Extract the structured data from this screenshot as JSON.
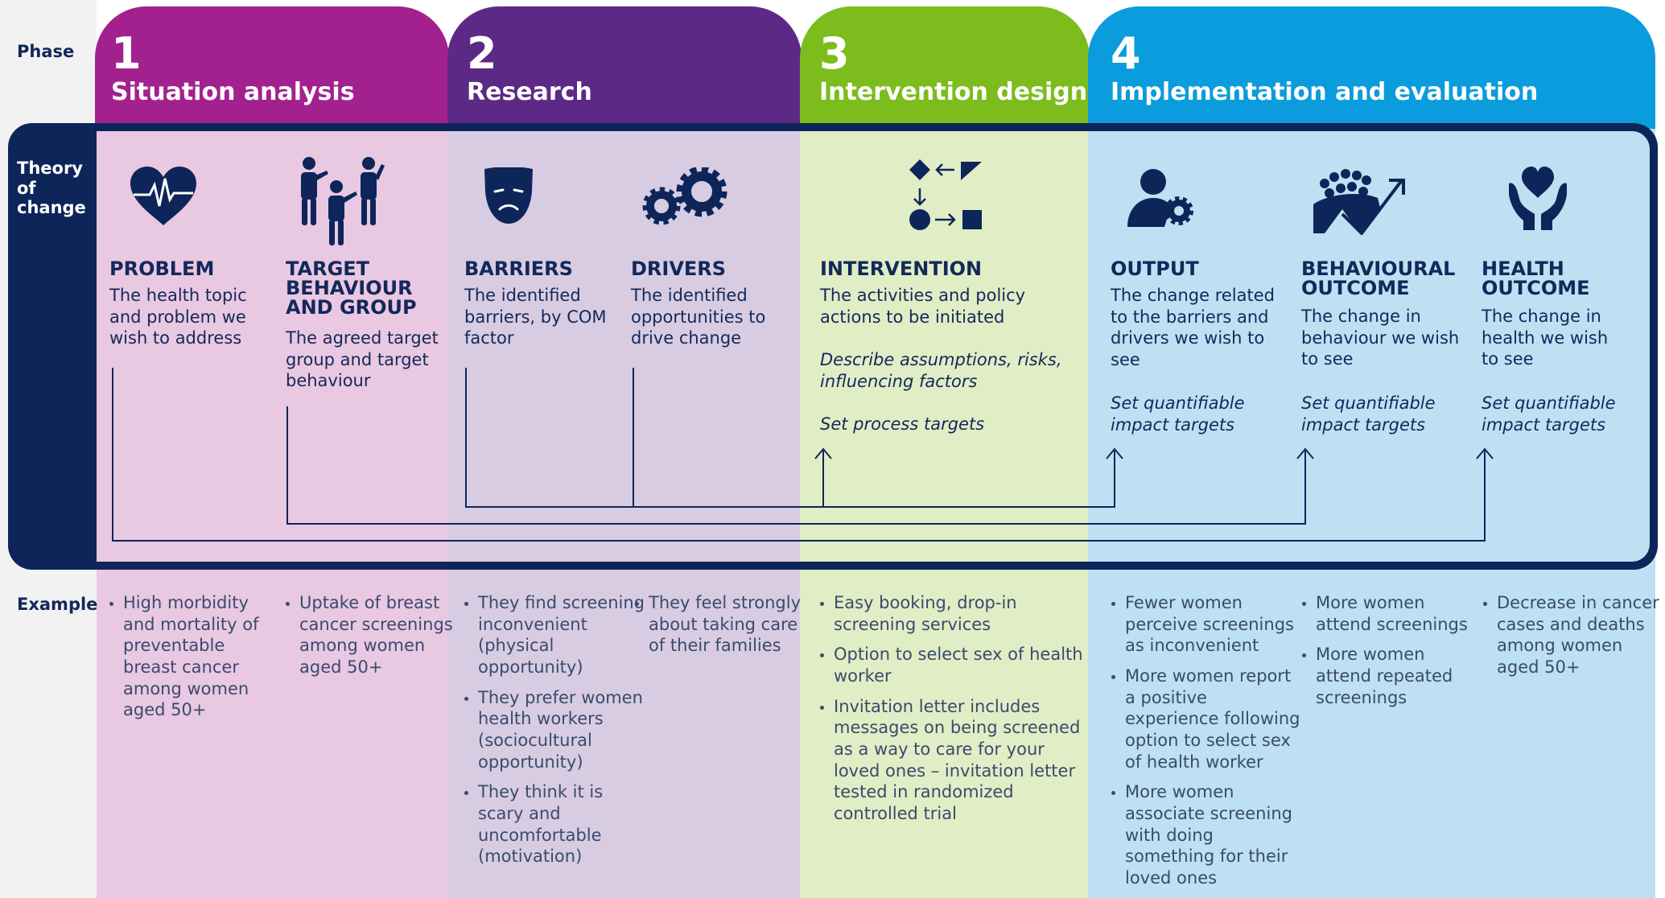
{
  "row_labels": {
    "phase": "Phase",
    "theory": "Theory of change",
    "example": "Example"
  },
  "colors": {
    "navy": "#0e2559",
    "phase1": "#a3218e",
    "phase2": "#5c2a86",
    "phase3": "#7cbc1c",
    "phase4": "#0a9cdc",
    "bg1": "#e9c8e1",
    "bg2": "#d8cce2",
    "bg3": "#e1edc5",
    "bg4": "#bde0f3"
  },
  "phases": [
    {
      "num": "1",
      "title": "Situation analysis"
    },
    {
      "num": "2",
      "title": "Research"
    },
    {
      "num": "3",
      "title": "Intervention design"
    },
    {
      "num": "4",
      "title": "Implementation and evaluation"
    }
  ],
  "boxes": [
    {
      "icon": "heart-pulse-icon",
      "title": "PROBLEM",
      "desc": "The health topic and problem we wish to address"
    },
    {
      "icon": "people-group-icon",
      "title": "TARGET BEHAVIOUR AND GROUP",
      "desc": "The agreed target group and target behaviour"
    },
    {
      "icon": "sad-mask-icon",
      "title": "BARRIERS",
      "desc": "The identified barriers, by COM factor"
    },
    {
      "icon": "gears-icon",
      "title": "DRIVERS",
      "desc": "The identified opportunities to drive change"
    },
    {
      "icon": "process-flow-icon",
      "title": "INTERVENTION",
      "desc": "The activities and policy actions to be initiated",
      "notes": [
        "Describe assumptions, risks, influencing factors",
        "Set process targets"
      ]
    },
    {
      "icon": "person-gear-icon",
      "title": "OUTPUT",
      "desc": "The change related to the barriers and drivers we wish to see",
      "notes": [
        "Set quantifiable impact targets"
      ]
    },
    {
      "icon": "crowd-growth-icon",
      "title": "BEHAVIOURAL OUTCOME",
      "desc": "The change in behaviour we wish to see",
      "notes": [
        "Set quantifiable impact targets"
      ]
    },
    {
      "icon": "hands-heart-icon",
      "title": "HEALTH OUTCOME",
      "desc": "The change in health we wish to see",
      "notes": [
        "Set quantifiable impact targets"
      ]
    }
  ],
  "examples": [
    [
      "High morbidity and mortality of preventable breast cancer among women aged 50+"
    ],
    [
      "Uptake of breast cancer screenings among women aged 50+"
    ],
    [
      "They find screening inconvenient (physical opportunity)",
      "They prefer women health workers (sociocultural opportunity)",
      "They think it is scary and uncomfortable (motivation)"
    ],
    [
      "They feel strongly about taking care of their families"
    ],
    [
      "Easy booking, drop-in screening services",
      "Option to select sex of health worker",
      "Invitation letter includes messages on being screened as a way to care for your loved ones – invitation letter tested in randomized controlled trial"
    ],
    [
      "Fewer women perceive screenings as inconvenient",
      "More women report a positive experience following option to select sex of health worker",
      "More women associate screening with doing something for their loved ones"
    ],
    [
      "More women attend screenings",
      "More women attend repeated screenings"
    ],
    [
      "Decrease in cancer cases and deaths among women aged 50+"
    ]
  ]
}
